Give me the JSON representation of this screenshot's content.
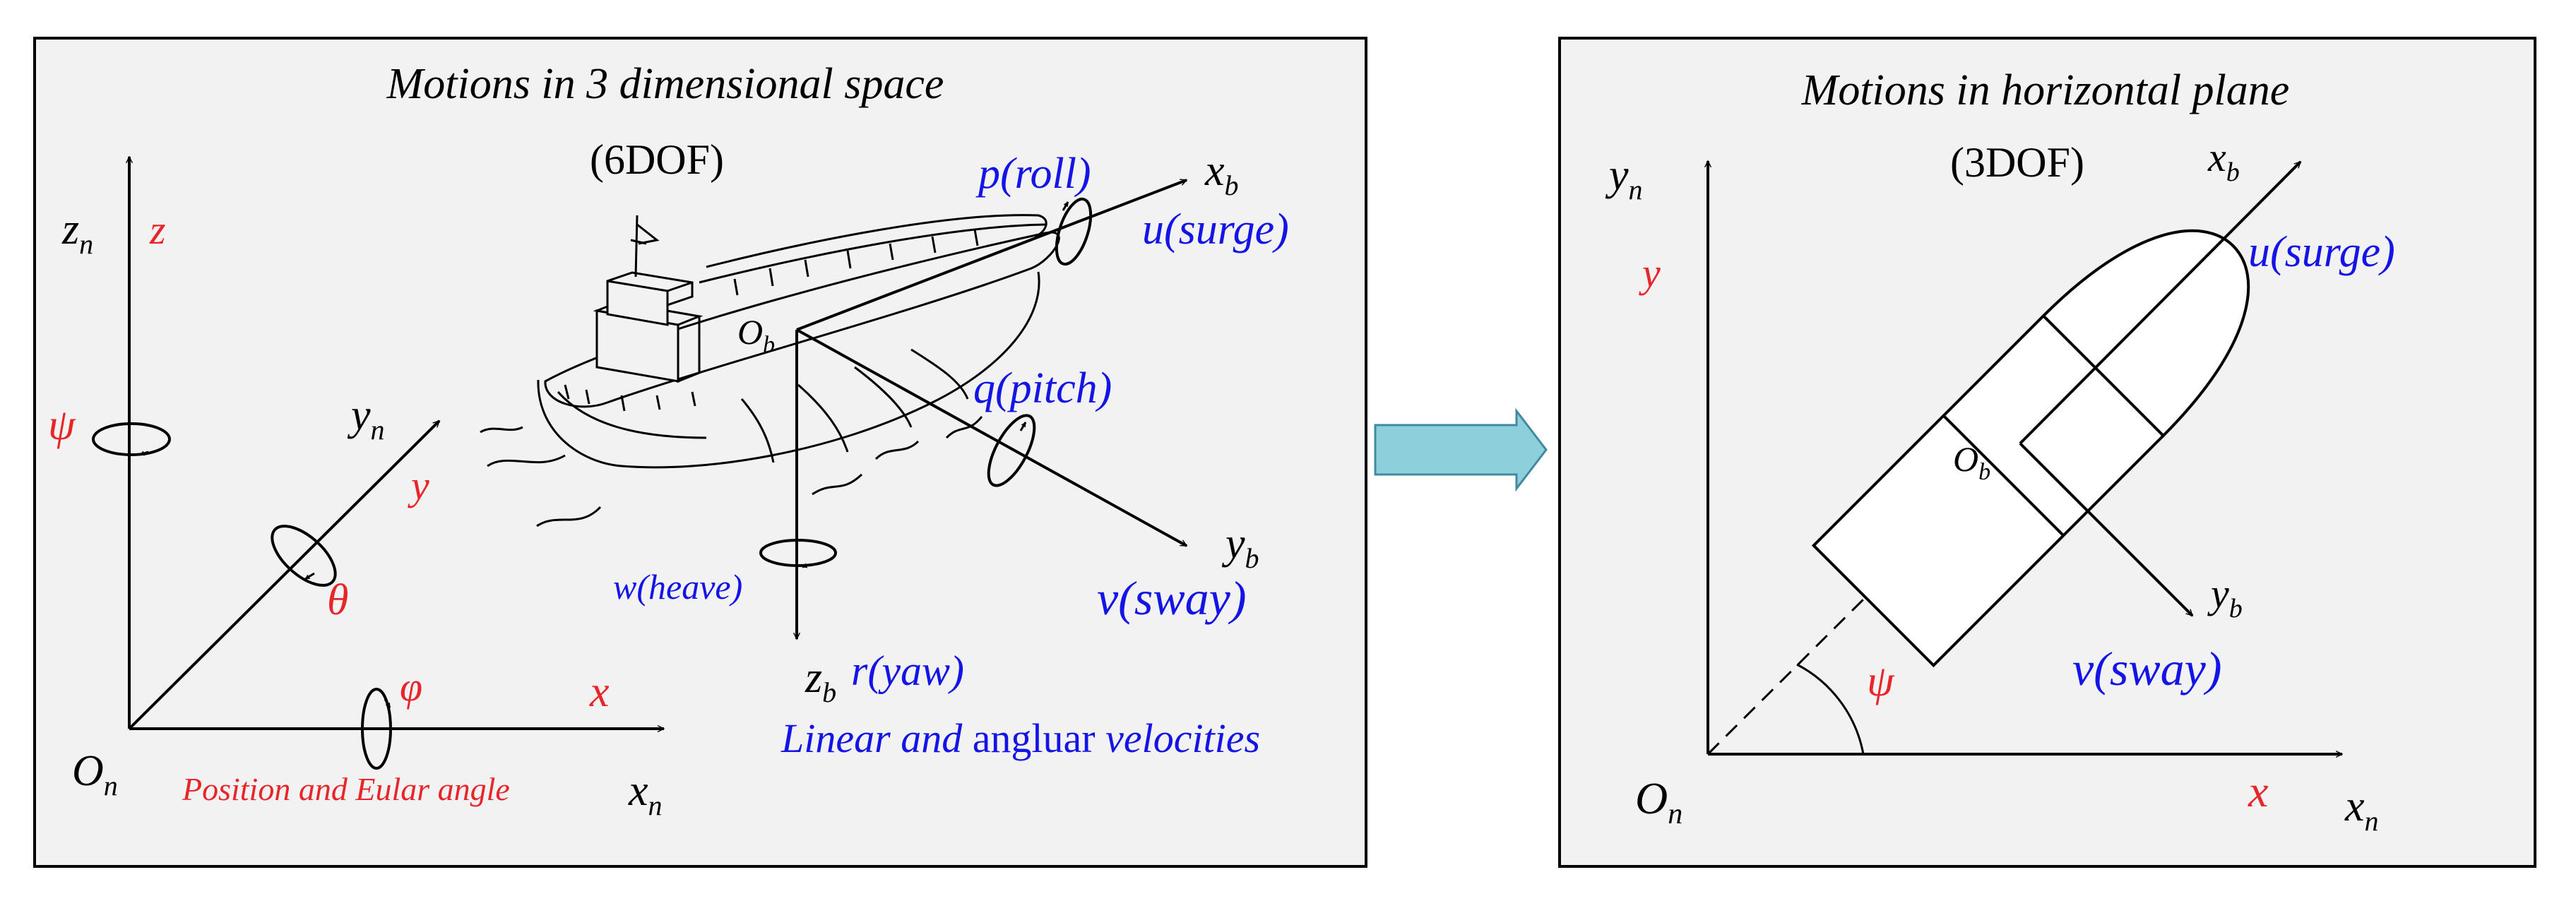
{
  "colors": {
    "panel_bg": "#f2f2f2",
    "red": "#e8262a",
    "blue": "#1414e6",
    "arrow_fill": "#8ecfdc",
    "arrow_stroke": "#3f8aa0"
  },
  "left": {
    "title": "Motions in 3 dimensional space",
    "subtitle": "(6DOF)",
    "zn": {
      "main": "z",
      "sub": "n"
    },
    "yn": {
      "main": "y",
      "sub": "n"
    },
    "xn": {
      "main": "x",
      "sub": "n"
    },
    "On": {
      "main": "O",
      "sub": "n"
    },
    "Ob": {
      "main": "O",
      "sub": "b"
    },
    "xb": {
      "main": "x",
      "sub": "b"
    },
    "yb": {
      "main": "y",
      "sub": "b"
    },
    "zb": {
      "main": "z",
      "sub": "b"
    },
    "z": "z",
    "y": "y",
    "x": "x",
    "psi": "ψ",
    "theta": "θ",
    "phi": "φ",
    "roll": "p(roll)",
    "surge": "u(surge)",
    "pitch": "q(pitch)",
    "heave": "w(heave)",
    "sway": "v(sway)",
    "yaw": "r(yaw)",
    "position_caption": "Position and Eular angle",
    "vel_linear": "Linear",
    "vel_and": "and",
    "vel_angular": "angluar",
    "vel_velocities": "velocities"
  },
  "right": {
    "title": "Motions in horizontal plane",
    "subtitle": "(3DOF)",
    "yn": {
      "main": "y",
      "sub": "n"
    },
    "xn": {
      "main": "x",
      "sub": "n"
    },
    "On": {
      "main": "O",
      "sub": "n"
    },
    "Ob": {
      "main": "O",
      "sub": "b"
    },
    "xb": {
      "main": "x",
      "sub": "b"
    },
    "yb": {
      "main": "y",
      "sub": "b"
    },
    "y": "y",
    "x": "x",
    "psi": "ψ",
    "surge": "u(surge)",
    "sway": "v(sway)"
  }
}
